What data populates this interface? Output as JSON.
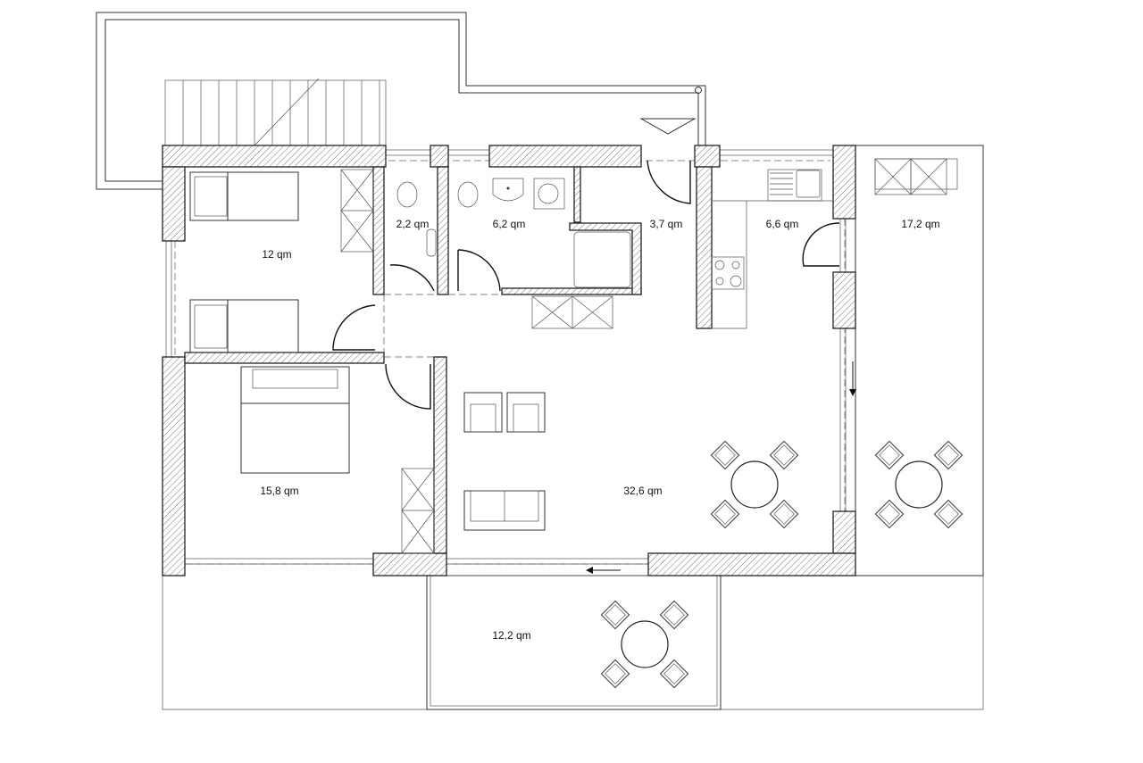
{
  "title": "Floor plan",
  "rooms": [
    {
      "id": "bedroom-small",
      "area": "12 qm"
    },
    {
      "id": "wc",
      "area": "2,2 qm"
    },
    {
      "id": "bathroom",
      "area": "6,2 qm"
    },
    {
      "id": "hallway",
      "area": "3,7 qm"
    },
    {
      "id": "kitchen",
      "area": "6,6 qm"
    },
    {
      "id": "terrace-right",
      "area": "17,2 qm"
    },
    {
      "id": "bedroom-large",
      "area": "15,8 qm"
    },
    {
      "id": "living-room",
      "area": "32,6 qm"
    },
    {
      "id": "terrace-bottom",
      "area": "12,2 qm"
    }
  ],
  "colors": {
    "line": "#333333",
    "hatch": "#777777"
  }
}
